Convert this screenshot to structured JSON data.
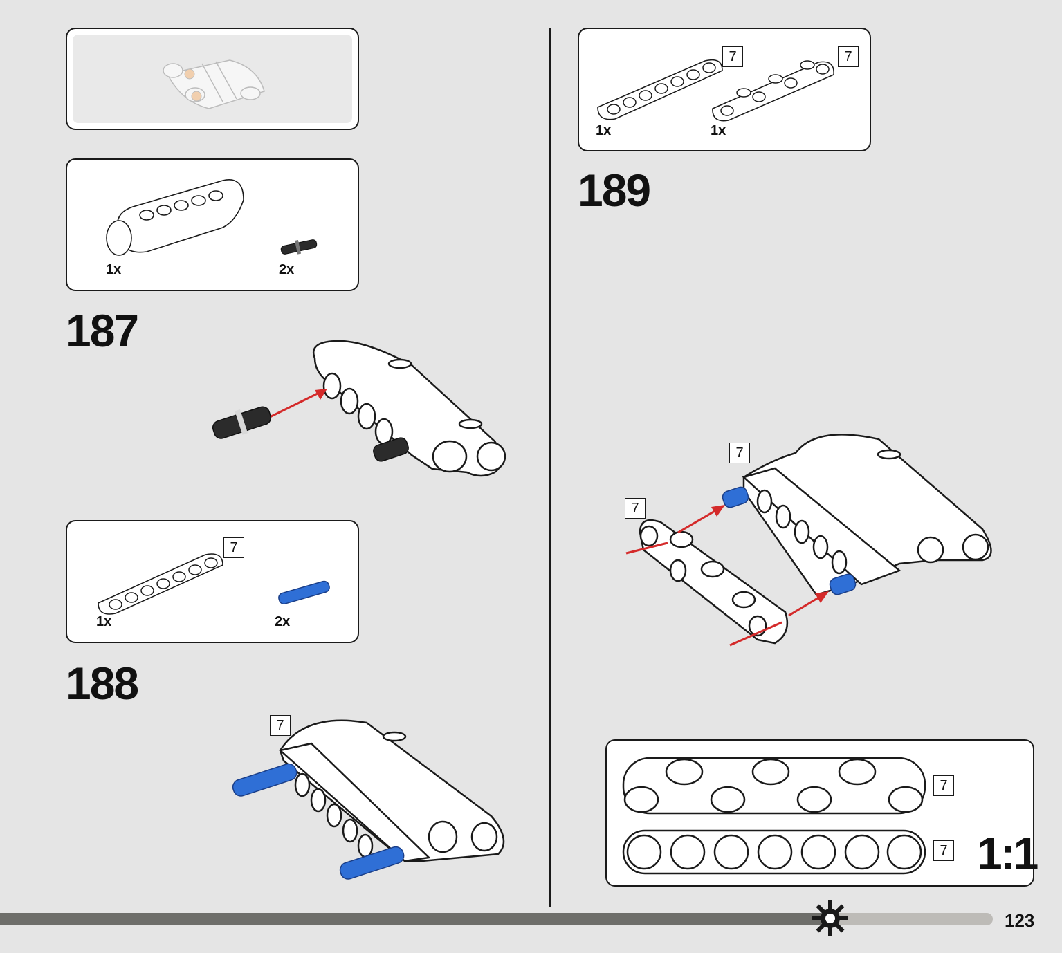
{
  "page_number": "123",
  "steps": [
    {
      "number": "187",
      "parts": [
        {
          "qty": "1x"
        },
        {
          "qty": "2x"
        }
      ]
    },
    {
      "number": "188",
      "parts": [
        {
          "qty": "1x",
          "length": "7"
        },
        {
          "qty": "2x"
        }
      ],
      "callout_tags": [
        "7"
      ]
    },
    {
      "number": "189",
      "parts": [
        {
          "qty": "1x",
          "length": "7"
        },
        {
          "qty": "1x",
          "length": "7"
        }
      ],
      "callout_tags": [
        "7",
        "7"
      ]
    }
  ],
  "ruler": {
    "scale": "1:1",
    "tags": [
      "7",
      "7"
    ]
  },
  "colors": {
    "background": "#e5e5e5",
    "pin_black": "#2b2b2b",
    "pin_blue": "#2f6fd6",
    "arrow_red": "#d42a2a",
    "progress_dark": "#6e6e6a",
    "progress_light": "#bdbbb7"
  },
  "icons": [
    "sun-gear-icon"
  ]
}
